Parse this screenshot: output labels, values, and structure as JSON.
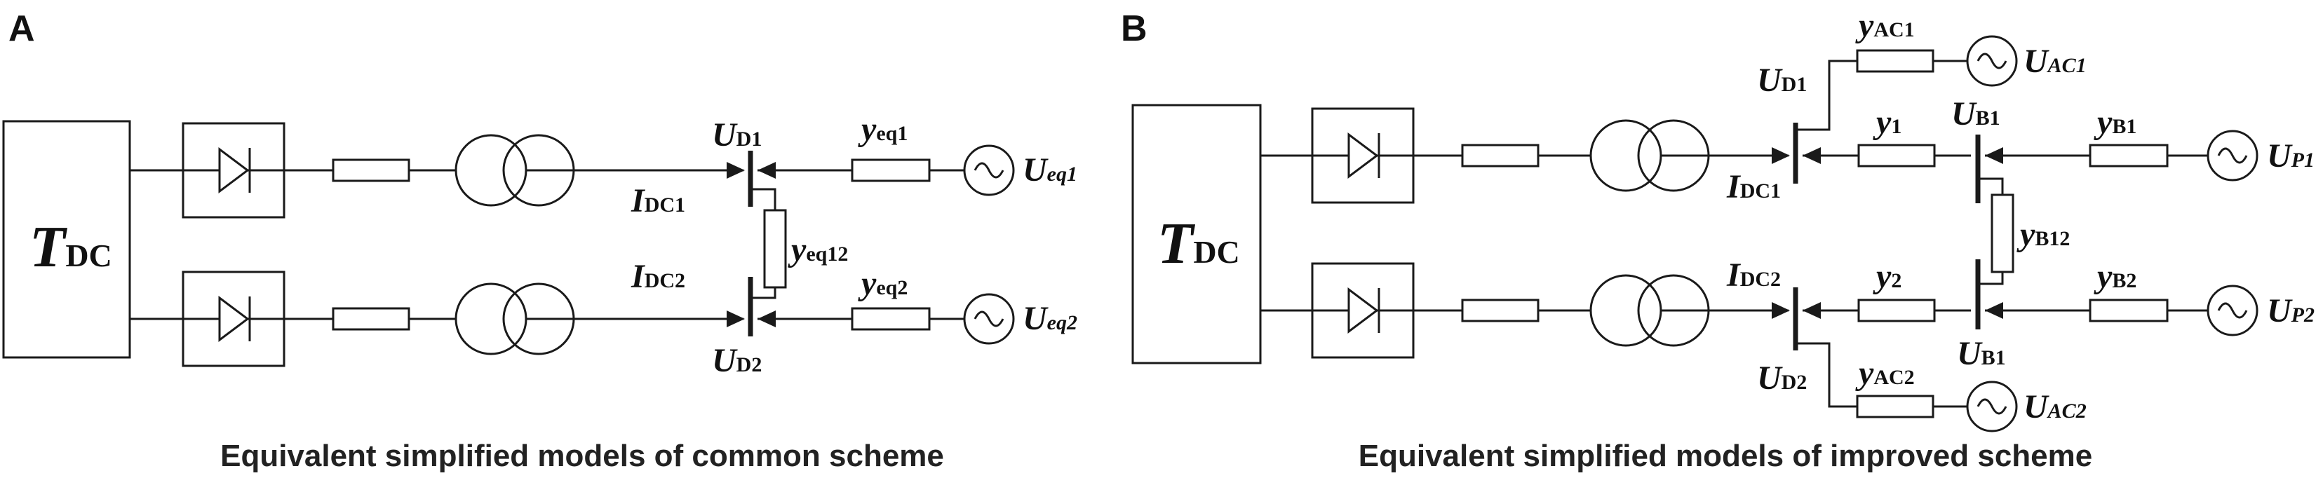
{
  "panels": [
    {
      "id": "A",
      "caption": "Equivalent simplified models of common scheme",
      "tdc": {
        "main": "T",
        "sub": "DC"
      },
      "labels": {
        "ud1": {
          "main": "U",
          "sub": "D1"
        },
        "ud2": {
          "main": "U",
          "sub": "D2"
        },
        "idc1": {
          "main": "I",
          "sub": "DC1"
        },
        "idc2": {
          "main": "I",
          "sub": "DC2"
        },
        "yeq1": {
          "main": "y",
          "sub": "eq1"
        },
        "yeq2": {
          "main": "y",
          "sub": "eq2"
        },
        "yeq12": {
          "main": "y",
          "sub": "eq12"
        },
        "ueq1": {
          "main": "U",
          "sub": "eq1"
        },
        "ueq2": {
          "main": "U",
          "sub": "eq2"
        }
      }
    },
    {
      "id": "B",
      "caption": "Equivalent simplified models of improved scheme",
      "tdc": {
        "main": "T",
        "sub": "DC"
      },
      "labels": {
        "ud1": {
          "main": "U",
          "sub": "D1"
        },
        "ud2": {
          "main": "U",
          "sub": "D2"
        },
        "idc1": {
          "main": "I",
          "sub": "DC1"
        },
        "idc2": {
          "main": "I",
          "sub": "DC2"
        },
        "y1": {
          "main": "y",
          "sub": "1"
        },
        "y2": {
          "main": "y",
          "sub": "2"
        },
        "ub1_top": {
          "main": "U",
          "sub": "B1"
        },
        "ub1_bot": {
          "main": "U",
          "sub": "B1"
        },
        "yb1": {
          "main": "y",
          "sub": "B1"
        },
        "yb2": {
          "main": "y",
          "sub": "B2"
        },
        "yb12": {
          "main": "y",
          "sub": "B12"
        },
        "yac1": {
          "main": "y",
          "sub": "AC1"
        },
        "yac2": {
          "main": "y",
          "sub": "AC2"
        },
        "uac1": {
          "main": "U",
          "sub": "AC1"
        },
        "uac2": {
          "main": "U",
          "sub": "AC2"
        },
        "up1": {
          "main": "U",
          "sub": "P1"
        },
        "up2": {
          "main": "U",
          "sub": "P2"
        }
      }
    }
  ],
  "icons": [
    "rectifier-diode-icon",
    "transformer-icon",
    "ac-source-icon",
    "resistor-icon"
  ]
}
